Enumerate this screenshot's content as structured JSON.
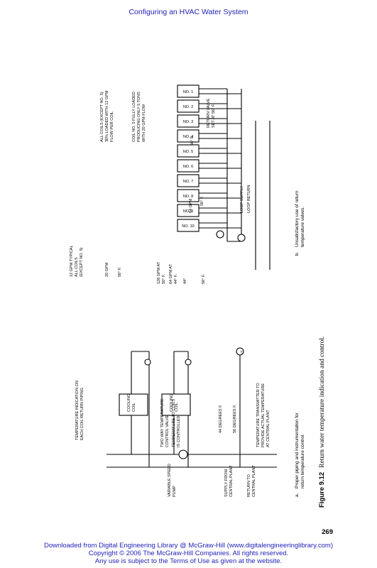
{
  "header": {
    "title": "Configuring an HVAC Water System"
  },
  "figure": {
    "caption_label": "Figure 9.12",
    "caption_text": "Return water temperature indication and control.",
    "panel_a": {
      "label": "a.",
      "caption_line1": "Proper piping and instrumentation for",
      "caption_line2": "return temperature control.",
      "temp_indication_line1": "TEMPERATURE INDICATION ON",
      "temp_indication_line2": "EACH COIL RETURN PIPING",
      "coil_label_1": "COOLING",
      "coil_label_2": "COIL",
      "valve_note_line1": "TWO WAY TEMPERATURE",
      "valve_note_line2": "CONTROL VALVE",
      "coils_note_line1": "TEMPERATURE TO COILS",
      "coils_note_line2": "IS CONTROLLED",
      "pump_line1": "VARIABLE SPEED",
      "pump_line2": "PUMP",
      "supply_line1": "SUPPLY FROM",
      "supply_line2": "CENTRAL PLANT",
      "return_line1": "RETURN TO",
      "return_line2": "CENTRAL PLANT",
      "temp_44": "44 DEGREES F.",
      "temp_56": "56 DEGREES F.",
      "transmitter_line1": "TEMPERATURE TRANSMITTER TO",
      "transmitter_line2": "PROVIDE ACTUAL TEMPERATURE",
      "transmitter_line3": "AT CENTRAL PLANT",
      "t_symbol": "T"
    },
    "panel_b": {
      "label": "b.",
      "caption_line1": "Unsatisfactory use of return",
      "caption_line2": "temperature valves.",
      "coils": [
        "NO. 1",
        "NO. 2",
        "NO. 3",
        "NO. 4",
        "NO. 5",
        "NO. 6",
        "NO. 7",
        "NO. 8",
        "NO. 9",
        "NO. 10"
      ],
      "note_coils_line1": "ALL COILS (EXCEPT NO. 5)",
      "note_coils_line2": "30% LOADED WITH 12 GPM",
      "note_coils_line3": "FLOW PER COIL",
      "note_coil5_line1": "COIL NO. 5 FULLY LOADED",
      "note_coil5_line2": "PRODUCING ONLY 5 TONS",
      "note_coil5_line3": "WITH 20 GPM FLOW",
      "typical_line1": "12 GPM TYPICAL",
      "typical_line2": "ALL COILS",
      "typical_line3": "(EXCEPT NO. 5)",
      "gpm_20": "20 GPM",
      "temp_56a": "56° F.",
      "gpm_128_line1": "128 GPM AT",
      "gpm_128_line2": "50° F.",
      "gpm_64_line1": "64 GPM AT",
      "gpm_64_line2": "44° F.",
      "temp_44": "44°",
      "temp_56b": "56° F.",
      "gpm_64b": "64 GPM",
      "temp_56c": "56° F.",
      "temp_56d": "56° F.",
      "return_valve_line1": "RETURN VALVE",
      "return_valve_line2": "SET AT 56° F.",
      "loop_supply": "LOOP SUPPLY",
      "loop_return": "LOOP RETURN"
    }
  },
  "page_number": "269",
  "footer": {
    "line1": "Downloaded from Digital Engineering Library @ McGraw-Hill (www.digitalengineeringlibrary.com)",
    "line2": "Copyright © 2006 The McGraw-Hill Companies. All rights reserved.",
    "line3": "Any use is subject to the Terms of Use as given at the website."
  }
}
